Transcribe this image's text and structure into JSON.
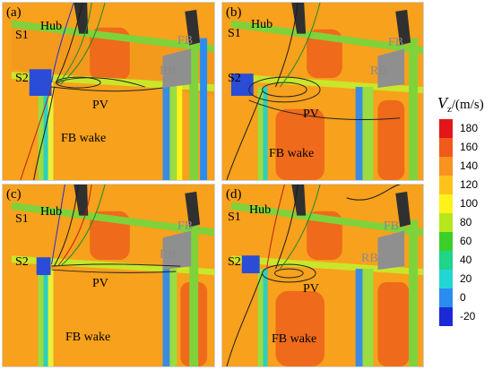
{
  "panels": [
    {
      "id": "a",
      "letter": "(a)",
      "hub": "Hub",
      "s1": "S1",
      "s2": "S2",
      "fb": "FB",
      "rb": "RB",
      "pv": "PV",
      "wake": "FB wake"
    },
    {
      "id": "b",
      "letter": "(b)",
      "hub": "Hub",
      "s1": "S1",
      "s2": "S2",
      "fb": "FB",
      "rb": "RB",
      "pv": "PV",
      "wake": "FB wake"
    },
    {
      "id": "c",
      "letter": "(c)",
      "hub": "Hub",
      "s1": "S1",
      "s2": "S2",
      "fb": "FB",
      "rb": "RB",
      "pv": "PV",
      "wake": "FB wake"
    },
    {
      "id": "d",
      "letter": "(d)",
      "hub": "Hub",
      "s1": "S1",
      "s2": "S2",
      "fb": "FB",
      "rb": "RB",
      "pv": "PV",
      "wake": "FB wake"
    }
  ],
  "legend": {
    "symbol": "V",
    "subscript": "z",
    "unit": "/(m/s)",
    "levels": [
      "180",
      "160",
      "140",
      "120",
      "100",
      "80",
      "60",
      "40",
      "20",
      "0",
      "-20"
    ],
    "colors": [
      "#e3151b",
      "#f05a1a",
      "#f7931e",
      "#ffc21a",
      "#fff21a",
      "#b6e61c",
      "#3ccf2a",
      "#20d48a",
      "#22d6d6",
      "#2a8cf0",
      "#1a2ad6"
    ]
  }
}
